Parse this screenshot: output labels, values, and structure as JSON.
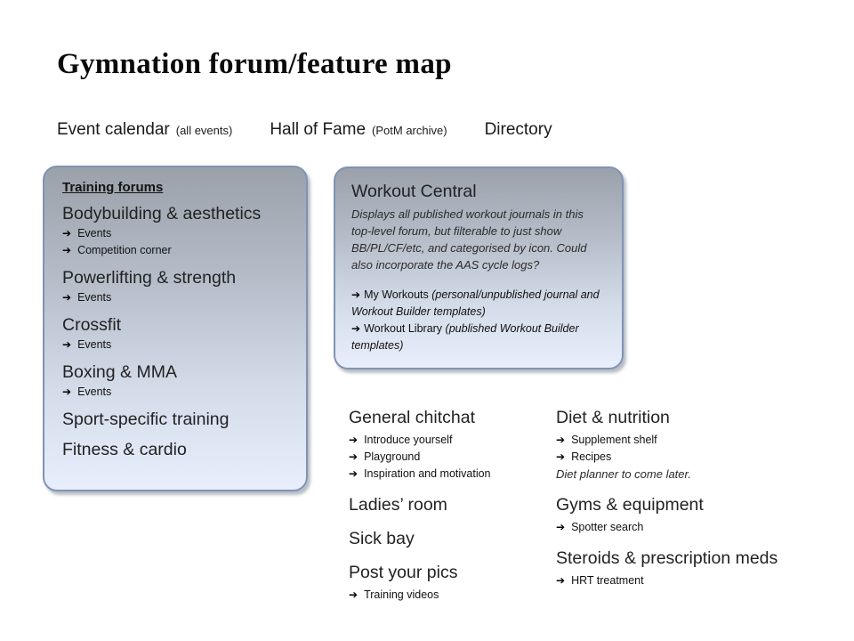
{
  "title": "Gymnation forum/feature map",
  "icons": {
    "arrow": "➔"
  },
  "colors": {
    "panel_border": "#8093b4",
    "panel_gradient_top": "#9aa1aa",
    "panel_gradient_bottom": "#e8eefc",
    "text": "#1c1c1c",
    "background": "#ffffff"
  },
  "topnav": {
    "items": [
      {
        "label": "Event calendar",
        "sub": "(all events)"
      },
      {
        "label": "Hall of Fame",
        "sub": "(PotM archive)"
      },
      {
        "label": "Directory",
        "sub": ""
      }
    ]
  },
  "training_panel": {
    "heading": "Training forums",
    "forums": [
      {
        "name": "Bodybuilding & aesthetics",
        "subs": [
          "Events",
          "Competition corner"
        ]
      },
      {
        "name": "Powerlifting & strength",
        "subs": [
          "Events"
        ]
      },
      {
        "name": "Crossfit",
        "subs": [
          "Events"
        ]
      },
      {
        "name": "Boxing & MMA",
        "subs": [
          "Events"
        ]
      },
      {
        "name": "Sport-specific training",
        "subs": []
      },
      {
        "name": "Fitness & cardio",
        "subs": []
      }
    ]
  },
  "workout_panel": {
    "heading": "Workout Central",
    "description": "Displays all published workout journals in this top-level forum, but filterable to just show BB/PL/CF/etc, and categorised by icon. Could also incorporate the AAS cycle logs?",
    "links": [
      {
        "label": "My Workouts",
        "note": "(personal/unpublished journal and Workout Builder templates)"
      },
      {
        "label": "Workout Library",
        "note": "(published Workout Builder templates)"
      }
    ]
  },
  "bottom_columns": [
    {
      "groups": [
        {
          "name": "General chitchat",
          "subs": [
            "Introduce yourself",
            "Playground",
            "Inspiration and motivation"
          ],
          "note": ""
        },
        {
          "name": "Ladies’ room",
          "subs": [],
          "note": ""
        },
        {
          "name": "Sick bay",
          "subs": [],
          "note": ""
        },
        {
          "name": "Post your pics",
          "subs": [
            "Training videos"
          ],
          "note": ""
        }
      ]
    },
    {
      "groups": [
        {
          "name": "Diet & nutrition",
          "subs": [
            "Supplement shelf",
            "Recipes"
          ],
          "note": "Diet planner to come later."
        },
        {
          "name": "Gyms & equipment",
          "subs": [
            "Spotter search"
          ],
          "note": ""
        },
        {
          "name": "Steroids & prescription meds",
          "subs": [
            "HRT treatment"
          ],
          "note": ""
        }
      ]
    }
  ]
}
